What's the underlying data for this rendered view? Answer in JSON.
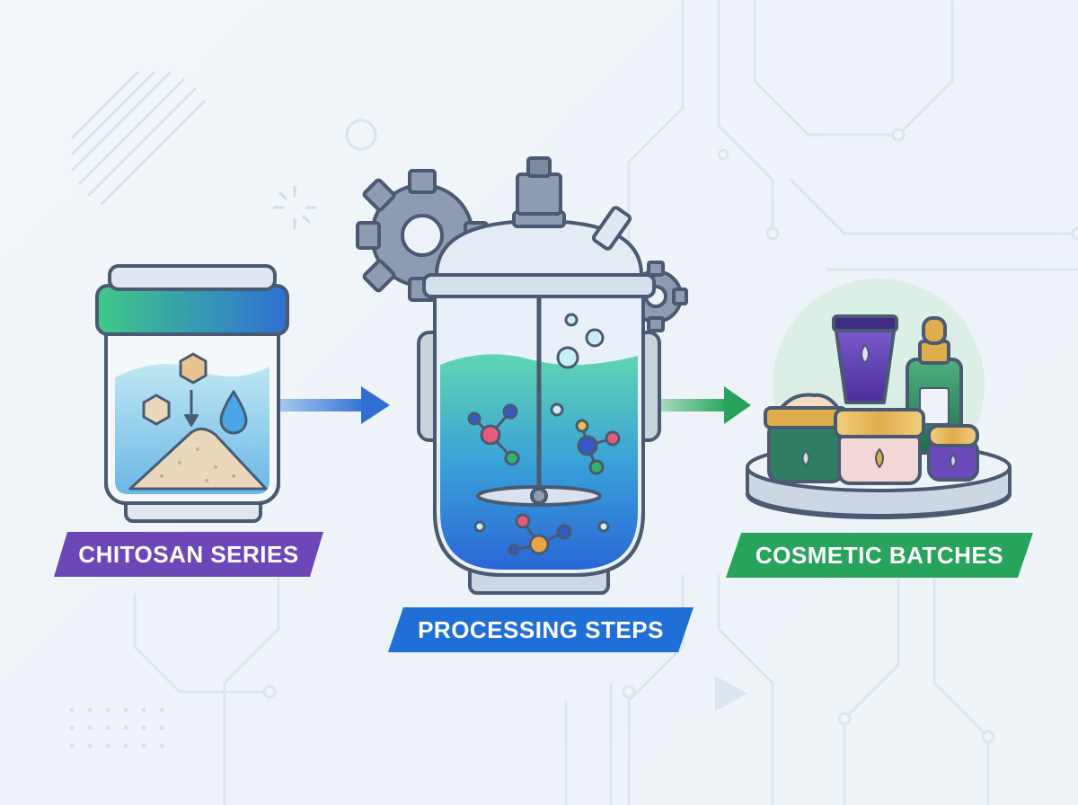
{
  "colors": {
    "background": "#eef4f9",
    "outline": "#4a5a72",
    "purple": "#6b47b8",
    "blue": "#1f6fd6",
    "green": "#27a35b",
    "gear": "#8e9bb0"
  },
  "stages": [
    {
      "label": "CHITOSAN SERIES",
      "color": "#6b47b8",
      "icon": "container-icon"
    },
    {
      "label": "PROCESSING STEPS",
      "color": "#1f6fd6",
      "icon": "reactor-icon"
    },
    {
      "label": "COSMETIC BATCHES",
      "color": "#27a35b",
      "icon": "cosmetics-icon"
    }
  ]
}
